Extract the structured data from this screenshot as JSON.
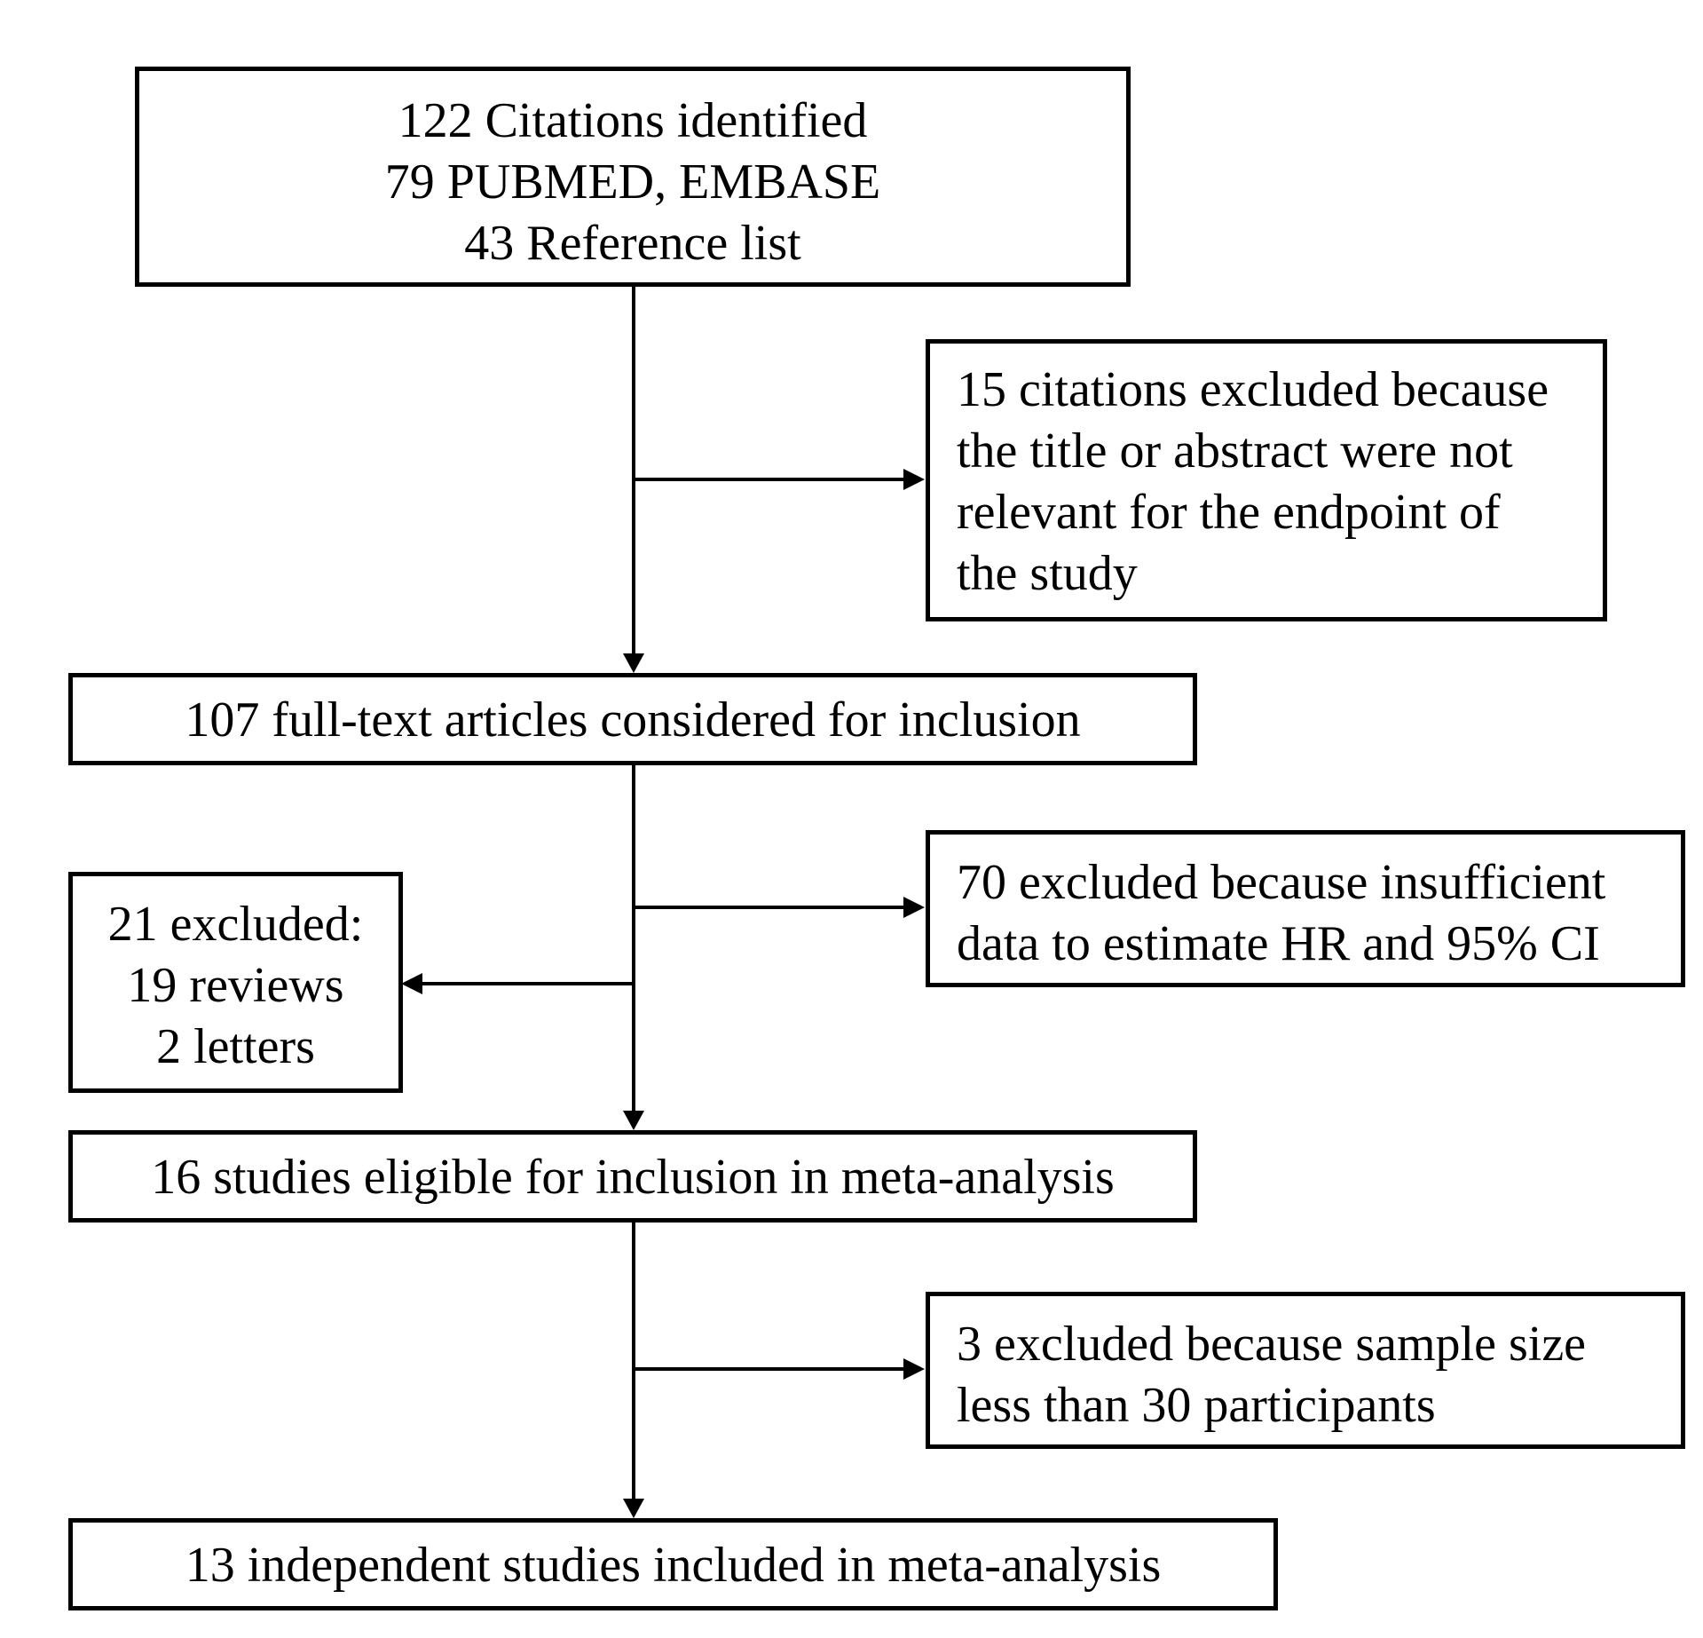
{
  "identified": {
    "lines": [
      "122 Citations identified",
      "79 PUBMED, EMBASE",
      "43 Reference list"
    ]
  },
  "excluded_title_abstract": {
    "lines": [
      "15 citations excluded because",
      "the title or abstract were not",
      "relevant for the endpoint of",
      "the study"
    ]
  },
  "full_text": {
    "text": "107 full-text articles considered for inclusion"
  },
  "excluded_insufficient": {
    "lines": [
      "70 excluded because insufficient",
      "data to estimate HR and 95% CI"
    ]
  },
  "excluded_reviews_letters": {
    "lines": [
      "21 excluded:",
      "19 reviews",
      "2 letters"
    ]
  },
  "eligible": {
    "text": "16 studies eligible for inclusion in meta-analysis"
  },
  "excluded_sample_size": {
    "lines": [
      "3 excluded because sample size",
      "less than 30 participants"
    ]
  },
  "included": {
    "text": "13 independent studies included in meta-analysis"
  }
}
